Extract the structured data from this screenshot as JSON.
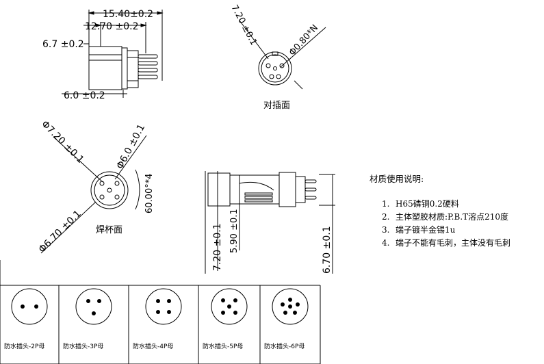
{
  "dimensions": {
    "overall_length": "15.40±0.2",
    "pin_span": "12.70 ±0.2",
    "body_height": "6.7 ±0.2",
    "front_diameter": "6.0 ±0.2",
    "mating_diameter": "7.20 ±0.1",
    "pin_diameter": "Φ0.80*N",
    "solder_outer_diameter": "Φ7.20 ±0.1",
    "solder_inner_diameter": "Φ6.0 ±0.1",
    "solder_flange_diameter": "Φ6.70 ±0.1",
    "pin_angle": "60.00°*4",
    "side_height_a": "7.20 ±0.1",
    "side_height_b": "5.90 ±0.1",
    "side_height_c": "6.70 ±0.1"
  },
  "captions": {
    "mating_face": "对插面",
    "solder_face": "焊杯面"
  },
  "notes": {
    "title": "材质使用说明:",
    "items": [
      {
        "num": "1.",
        "text": "H65磷铜0.2硬料"
      },
      {
        "num": "2.",
        "text": "主体塑胶材质:P.B.T溶点210度"
      },
      {
        "num": "3.",
        "text": "端子镀半金锡1u"
      },
      {
        "num": "4.",
        "text": "端子不能有毛刺，主体没有毛刺"
      }
    ]
  },
  "variants": [
    {
      "label": "防水插头-2P母",
      "pins": 2
    },
    {
      "label": "防水插头-3P母",
      "pins": 3
    },
    {
      "label": "防水插头-4P母",
      "pins": 4
    },
    {
      "label": "防水插头-5P母",
      "pins": 5
    },
    {
      "label": "防水插头-6P母",
      "pins": 6
    }
  ]
}
